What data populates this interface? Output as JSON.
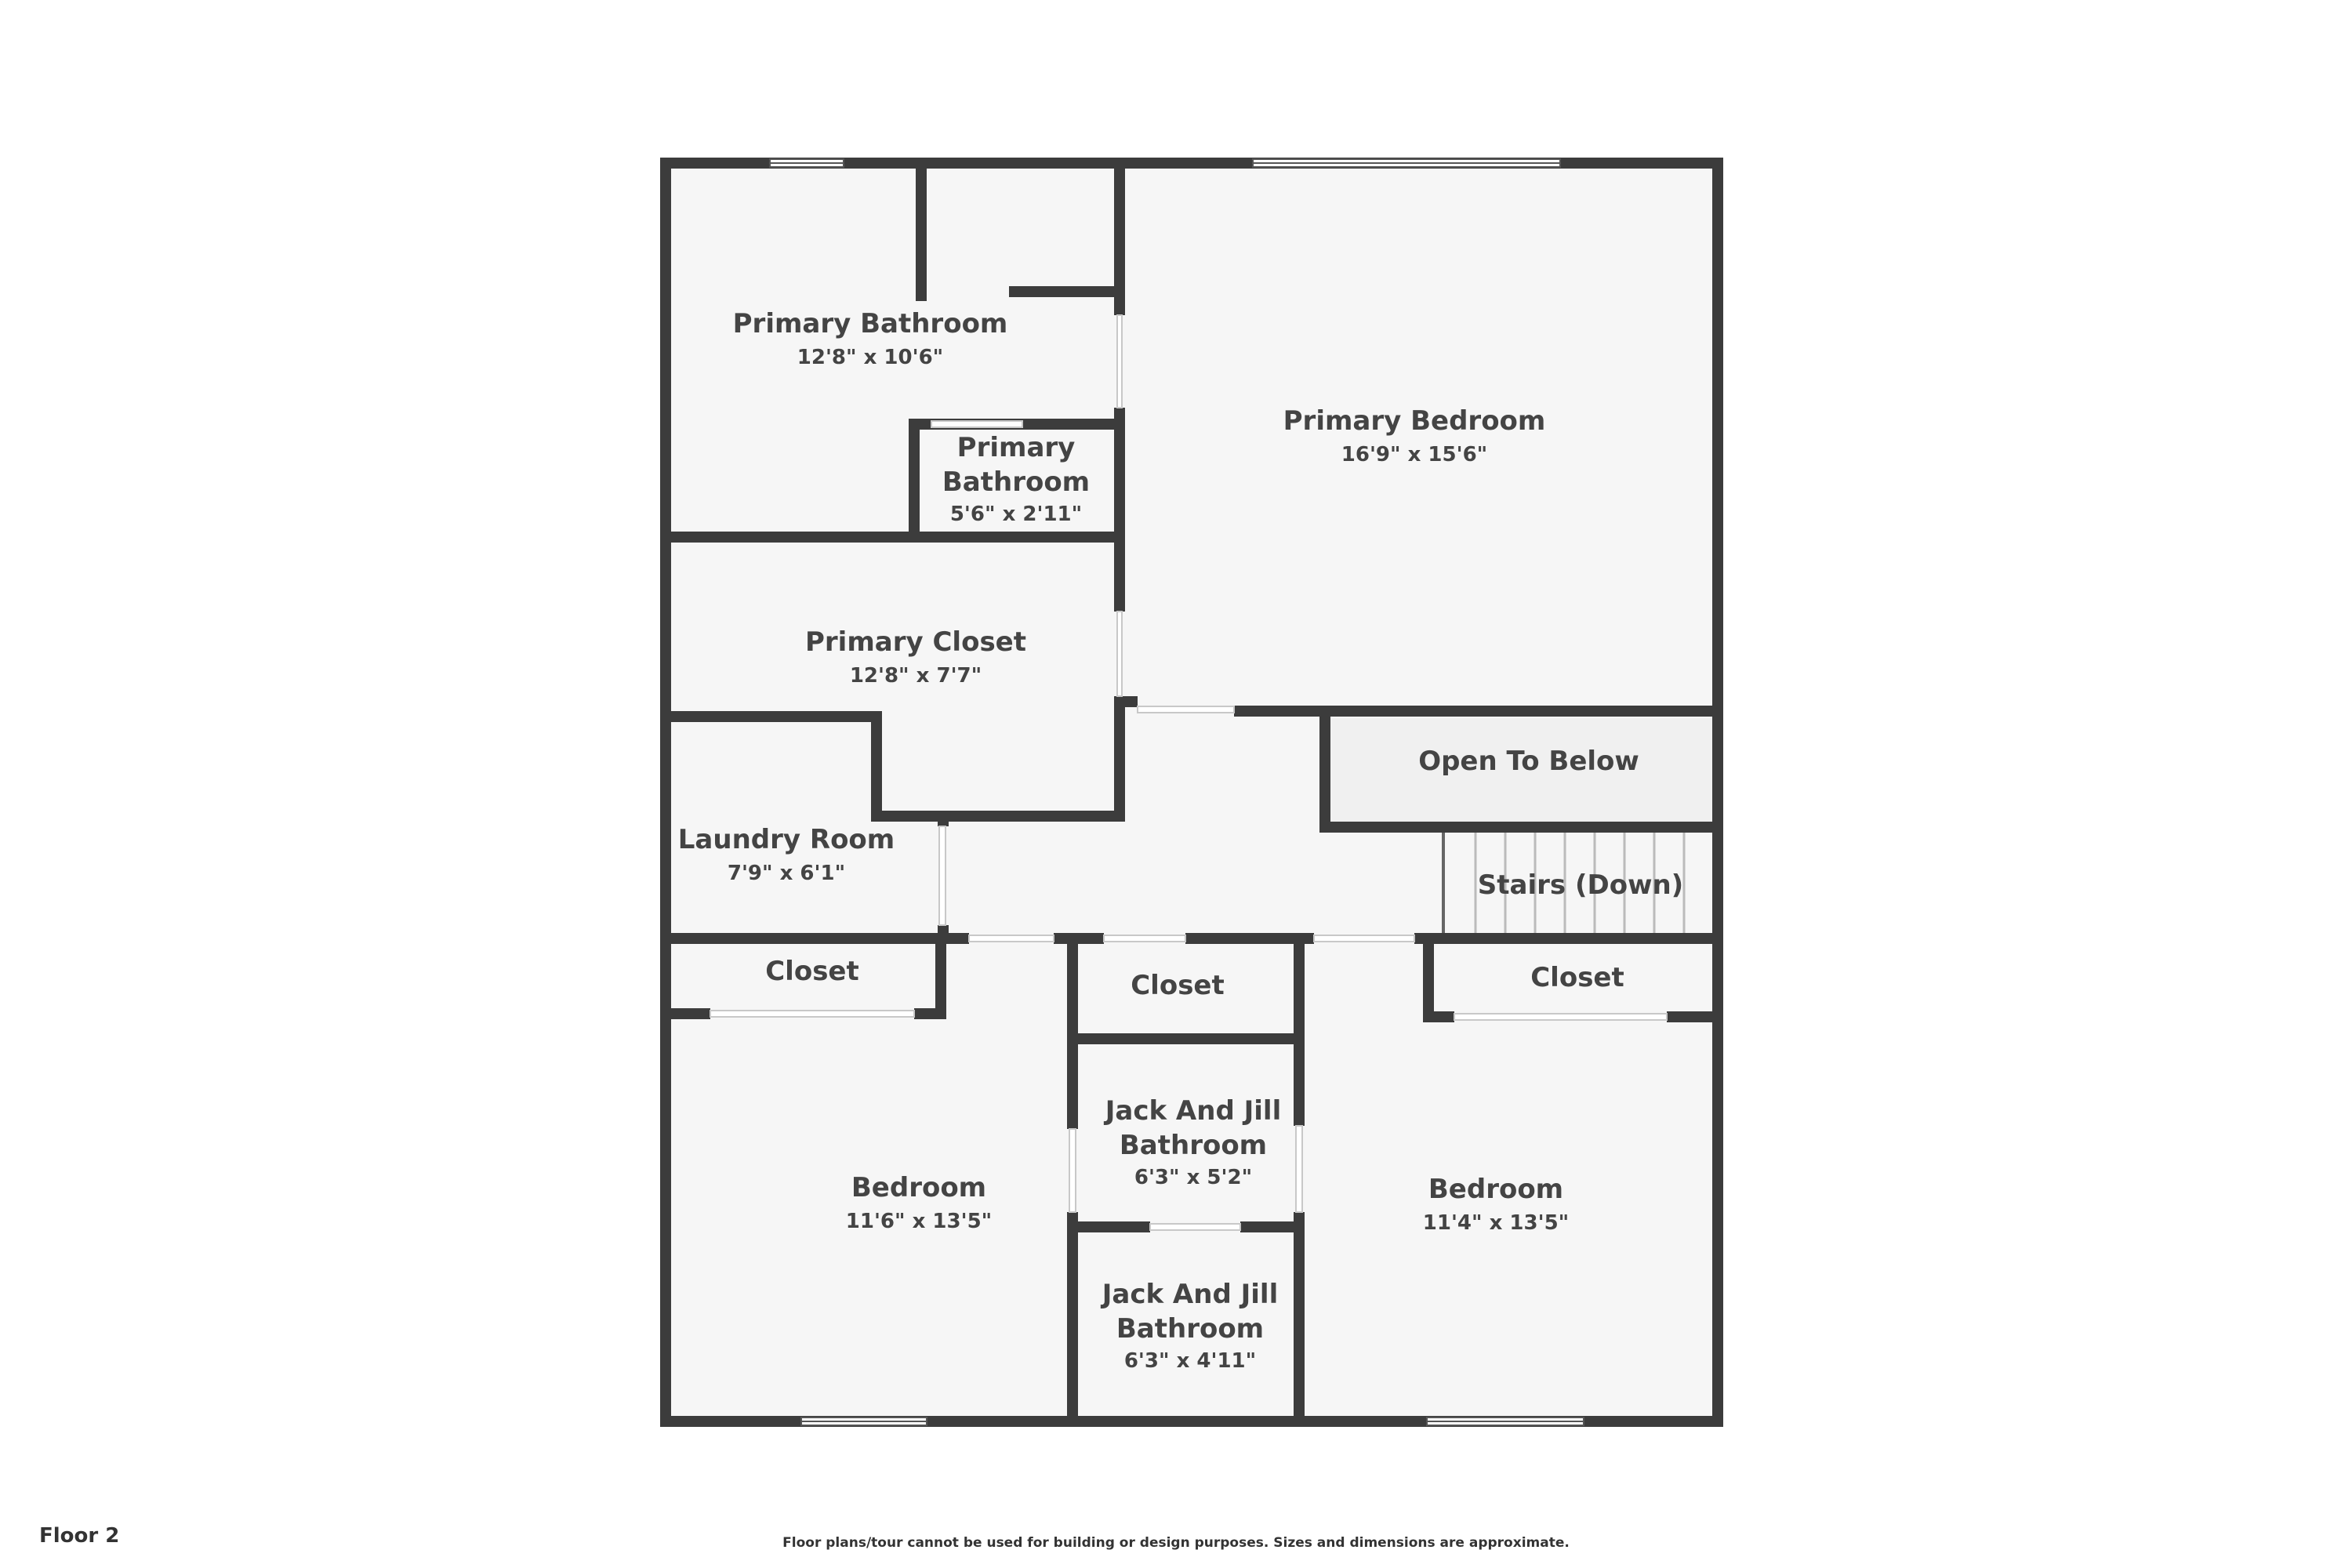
{
  "floor_label": "Floor 2",
  "disclaimer": "Floor plans/tour cannot be used for building or design purposes. Sizes and dimensions are approximate.",
  "colors": {
    "wall": "#3c3c3c",
    "floor": "#f6f6f6",
    "open_to_below": "#f0f0f0",
    "background": "#ffffff"
  },
  "rooms": {
    "primary_bathroom": {
      "name": "Primary Bathroom",
      "dim": "12'8\" x 10'6\""
    },
    "primary_bathroom_small": {
      "name_line1": "Primary",
      "name_line2": "Bathroom",
      "dim": "5'6\" x 2'11\""
    },
    "primary_bedroom": {
      "name": "Primary Bedroom",
      "dim": "16'9\" x 15'6\""
    },
    "primary_closet": {
      "name": "Primary Closet",
      "dim": "12'8\" x 7'7\""
    },
    "open_to_below": {
      "name": "Open To Below"
    },
    "laundry_room": {
      "name": "Laundry Room",
      "dim": "7'9\" x 6'1\""
    },
    "stairs": {
      "name": "Stairs (Down)"
    },
    "closet_left": {
      "name": "Closet"
    },
    "closet_middle": {
      "name": "Closet"
    },
    "closet_right": {
      "name": "Closet"
    },
    "jack_jill_bathroom_upper": {
      "name_line1": "Jack And Jill",
      "name_line2": "Bathroom",
      "dim": "6'3\" x 5'2\""
    },
    "jack_jill_bathroom_lower": {
      "name_line1": "Jack And Jill",
      "name_line2": "Bathroom",
      "dim": "6'3\" x 4'11\""
    },
    "bedroom_left": {
      "name": "Bedroom",
      "dim": "11'6\" x 13'5\""
    },
    "bedroom_right": {
      "name": "Bedroom",
      "dim": "11'4\" x 13'5\""
    }
  }
}
